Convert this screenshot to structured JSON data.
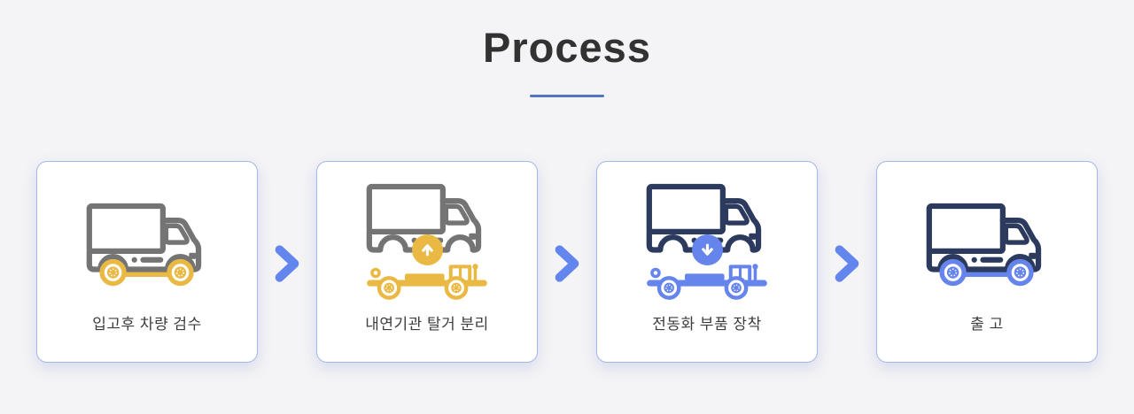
{
  "page": {
    "background_color": "#f4f4f6"
  },
  "header": {
    "title": "Process",
    "title_color": "#323232",
    "underline_color": "#5673c1"
  },
  "process": {
    "card": {
      "background": "#ffffff",
      "border_color": "#a5b7e8"
    },
    "label_color": "#3d3d3d",
    "connector": {
      "icon": "chevron-right-icon",
      "color": "#6286ee"
    },
    "steps": [
      {
        "label": "입고후 차량 검수",
        "icon": "truck-complete-icon",
        "style": "full",
        "body_color": "#747474",
        "accent_color": "#e9b944",
        "arrow": null
      },
      {
        "label": "내연기관 탈거 분리",
        "icon": "truck-body-lifted-off-chassis-icon",
        "style": "split",
        "body_color": "#747474",
        "accent_color": "#e9b944",
        "arrow": "up"
      },
      {
        "label": "전동화 부품 장착",
        "icon": "truck-body-lowered-onto-chassis-icon",
        "style": "split",
        "body_color": "#2c3a5e",
        "accent_color": "#6585ec",
        "arrow": "down"
      },
      {
        "label": "출 고",
        "icon": "truck-complete-icon",
        "style": "full",
        "body_color": "#2c3a5e",
        "accent_color": "#6585ec",
        "arrow": null
      }
    ]
  }
}
